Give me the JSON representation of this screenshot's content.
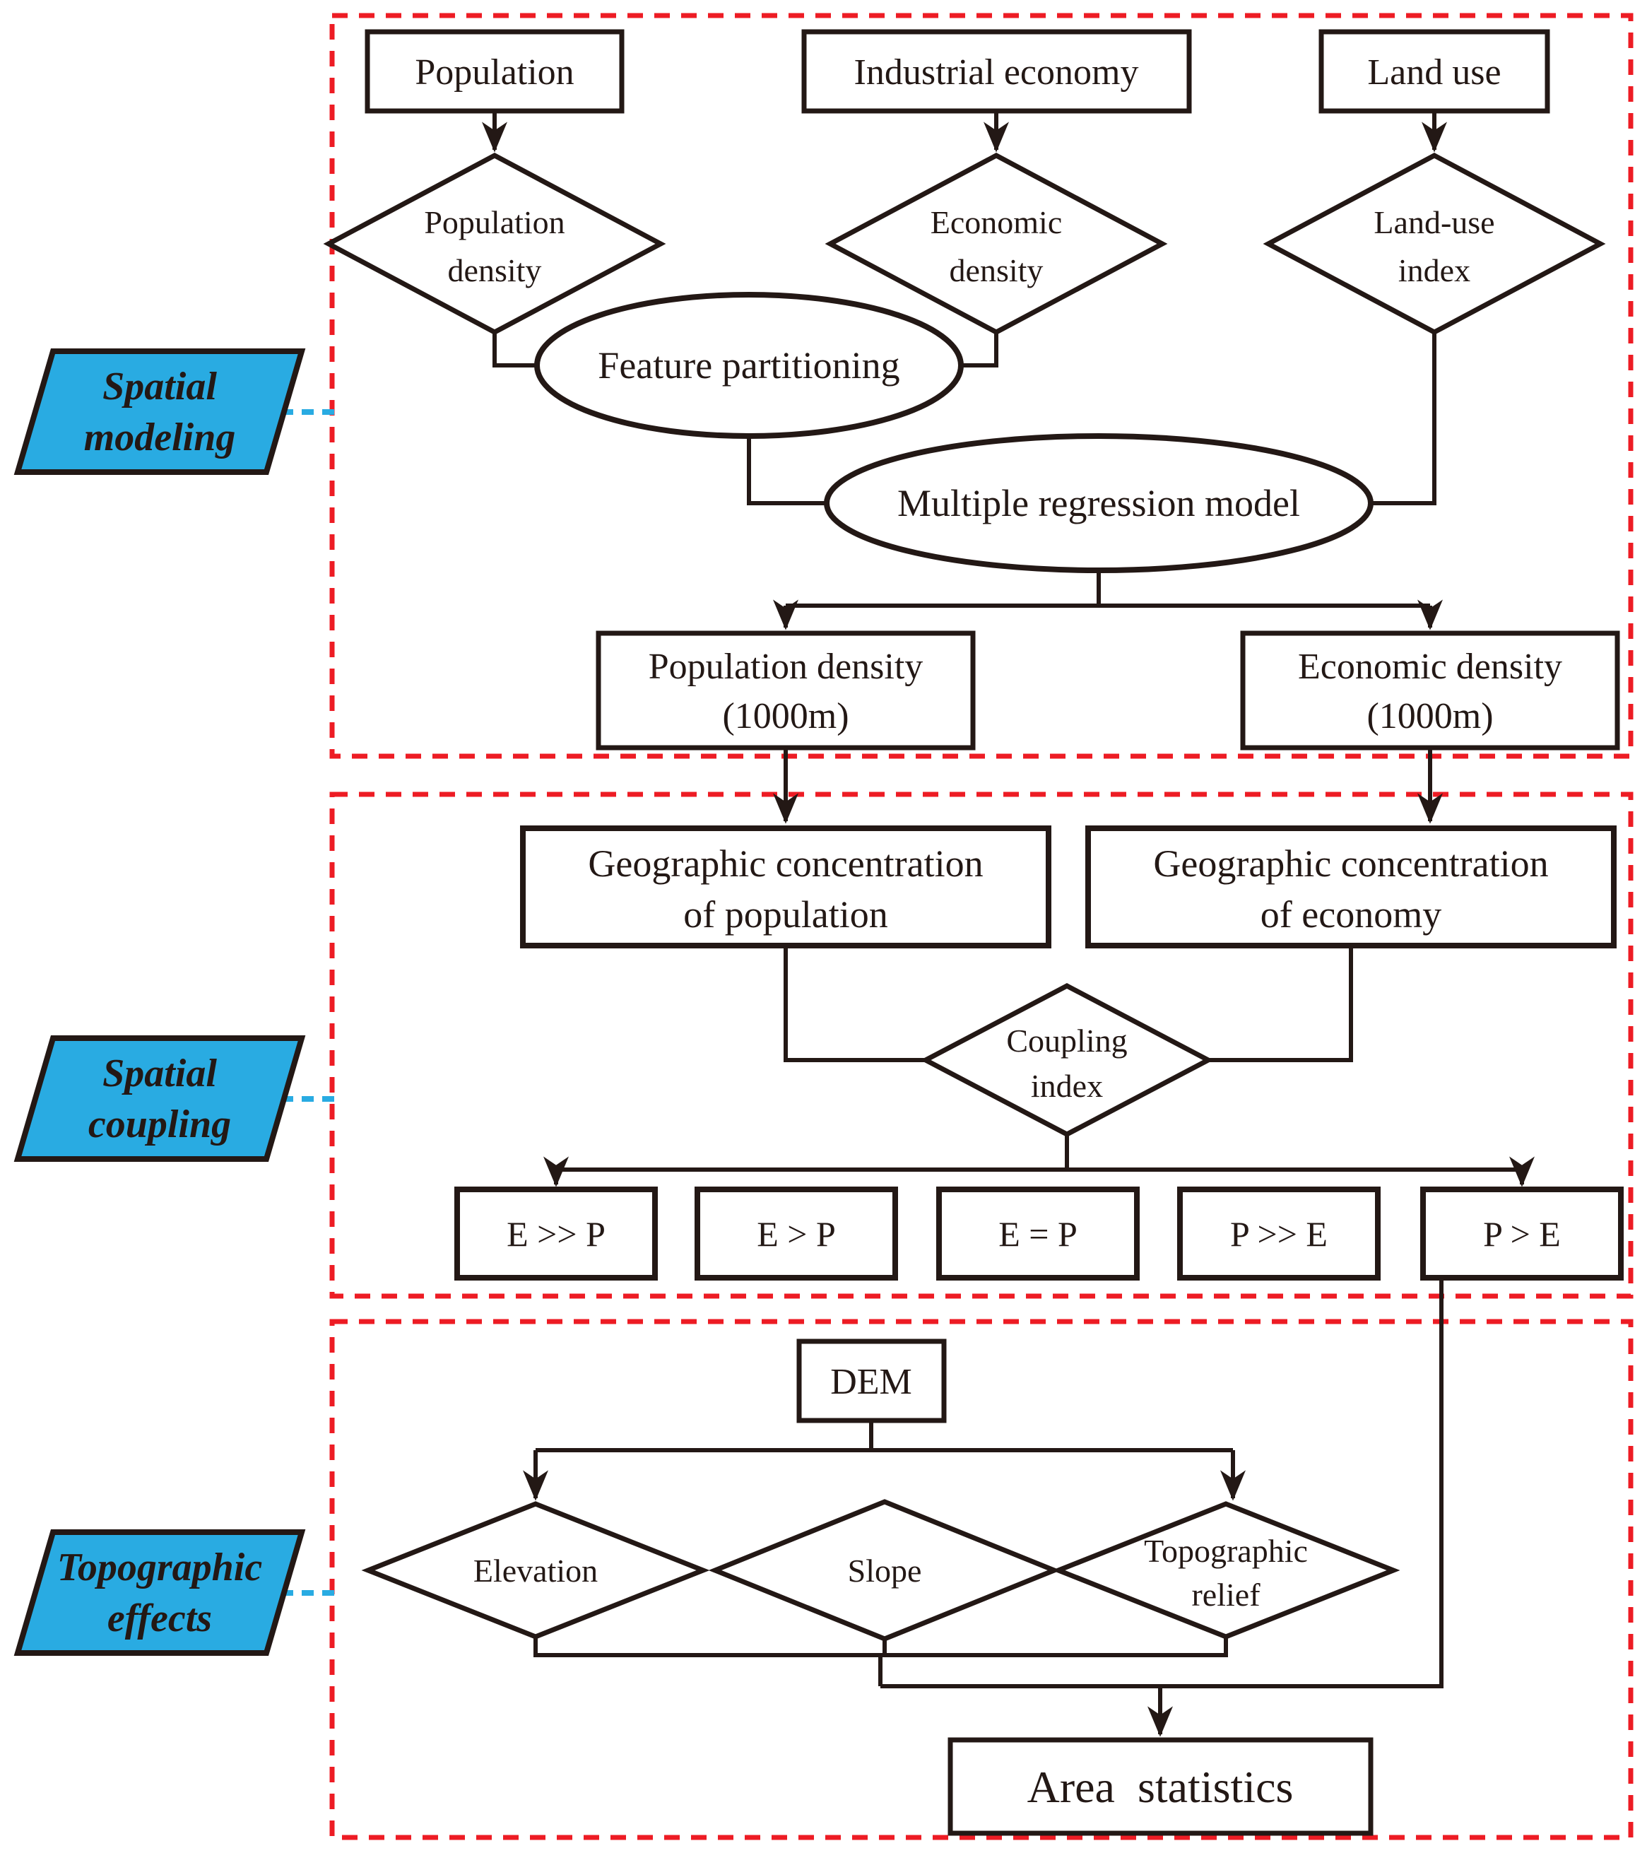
{
  "colors": {
    "ink": "#231815",
    "section_border_red": "#ED1C24",
    "label_fill_cyan": "#29ABE2",
    "background": "#ffffff"
  },
  "side_labels": [
    {
      "lines": [
        "Spatial",
        "modeling"
      ]
    },
    {
      "lines": [
        "Spatial",
        "coupling"
      ]
    },
    {
      "lines": [
        "Topographic",
        "effects"
      ]
    }
  ],
  "spatial_modeling": {
    "population": "Population",
    "industrial_economy": "Industrial economy",
    "land_use": "Land use",
    "population_density": [
      "Population",
      "density"
    ],
    "economic_density": [
      "Economic",
      "density"
    ],
    "land_use_index": [
      "Land-use",
      "index"
    ],
    "feature_partitioning": "Feature partitioning",
    "multiple_regression": "Multiple regression model",
    "population_density_1000": [
      "Population density",
      "(1000m)"
    ],
    "economic_density_1000": [
      "Economic density",
      "(1000m)"
    ]
  },
  "spatial_coupling": {
    "geo_conc_population": [
      "Geographic concentration",
      "of population"
    ],
    "geo_conc_economy": [
      "Geographic concentration",
      "of economy"
    ],
    "coupling_index": [
      "Coupling",
      "index"
    ],
    "outcomes": [
      "E >> P",
      "E > P",
      "E = P",
      "P >> E",
      "P > E"
    ]
  },
  "topographic_effects": {
    "dem": "DEM",
    "elevation": "Elevation",
    "slope": "Slope",
    "topographic_relief": [
      "Topographic",
      "relief"
    ],
    "area_statistics": "Area statistics"
  }
}
